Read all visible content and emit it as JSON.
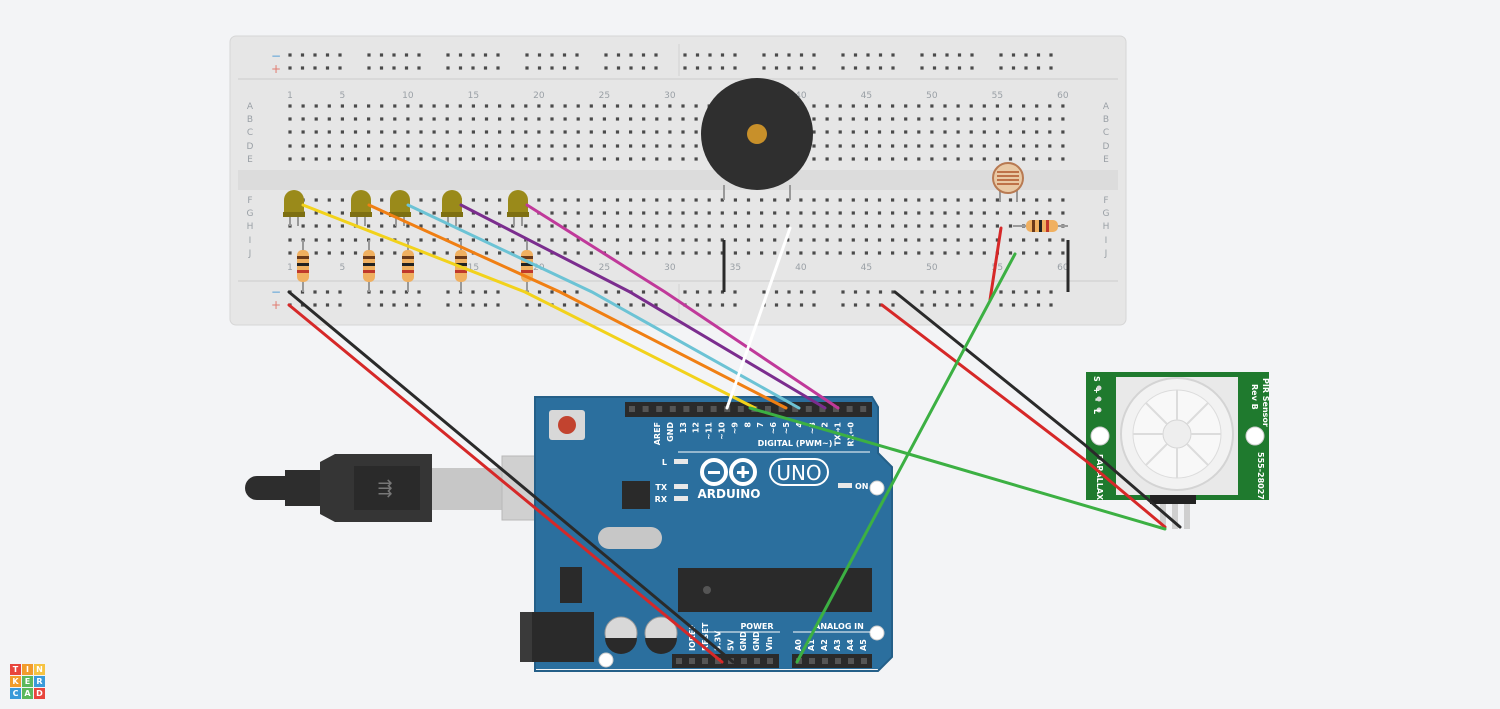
{
  "breadboard": {
    "column_numbers": [
      "1",
      "5",
      "10",
      "15",
      "20",
      "25",
      "30",
      "35",
      "40",
      "45",
      "50",
      "55",
      "60"
    ],
    "row_letters_top": [
      "A",
      "B",
      "C",
      "D",
      "E"
    ],
    "row_letters_bottom": [
      "F",
      "G",
      "H",
      "I",
      "J"
    ],
    "rail_minus": "−",
    "rail_plus": "+"
  },
  "arduino": {
    "brand": "ARDUINO",
    "model": "UNO",
    "digital_label": "DIGITAL (PWM~)",
    "power_label": "POWER",
    "analog_label": "ANALOG IN",
    "on_label": "ON",
    "l_label": "L",
    "tx_label": "TX",
    "rx_label": "RX",
    "digital_pins": [
      "AREF",
      "GND",
      "13",
      "12",
      "~11",
      "~10",
      "~9",
      "8",
      "7",
      "~6",
      "~5",
      "4",
      "~3",
      "2",
      "TX→1",
      "RX←0"
    ],
    "power_pins": [
      "IOREF",
      "RESET",
      "3.3V",
      "5V",
      "GND",
      "GND",
      "Vin"
    ],
    "analog_pins": [
      "A0",
      "A1",
      "A2",
      "A3",
      "A4",
      "A5"
    ]
  },
  "pir_sensor": {
    "title": "PIR Sensor",
    "revision": "Rev B",
    "brand": "PARALLAX",
    "part_number": "555-28027",
    "pin_labels": [
      "S",
      "+",
      "-",
      "L"
    ]
  },
  "logo": {
    "letters": [
      "T",
      "I",
      "N",
      "K",
      "E",
      "R",
      "C",
      "A",
      "D"
    ]
  },
  "colors": {
    "wire_red": "#d62828",
    "wire_black": "#2a2a2a",
    "wire_yellow": "#f2d21b",
    "wire_orange": "#f07f13",
    "wire_cyan": "#6cc3d5",
    "wire_purple": "#7b2d8e",
    "wire_magenta": "#c0399a",
    "wire_white": "#ffffff",
    "wire_green": "#3cb043",
    "board_blue": "#2b6f9e",
    "pir_green": "#1f7a2e"
  }
}
